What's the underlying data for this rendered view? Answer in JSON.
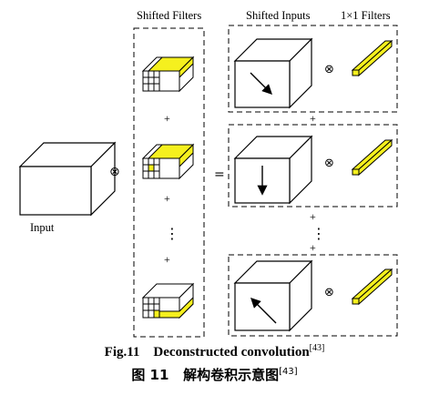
{
  "labels": {
    "shifted_filters": "Shifted Filters",
    "shifted_inputs": "Shifted Inputs",
    "one_by_one_filters": "1×1 Filters",
    "input": "Input",
    "plus": "+",
    "times": "⊗",
    "equals": "=",
    "ellipsis": "⋮"
  },
  "caption": {
    "en_label": "Fig.11",
    "en_title": "Deconstructed convolution",
    "en_ref": "[43]",
    "zh_label": "图 11",
    "zh_title": "解构卷积示意图",
    "zh_ref": "[43]"
  },
  "colors": {
    "filter_highlight": "#f5f01e",
    "stroke": "#000000"
  }
}
